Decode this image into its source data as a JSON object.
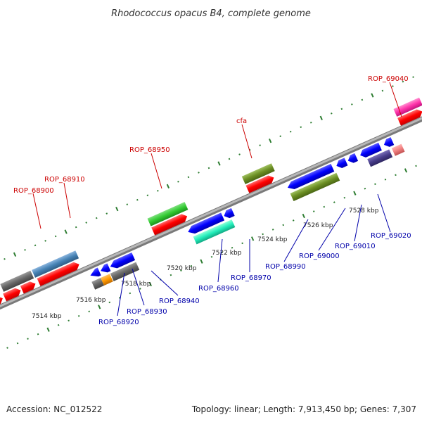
{
  "title": "Rhodococcus opacus B4, complete genome",
  "footer": {
    "accession": "Accession: NC_012522",
    "topology": "Topology: linear; Length: 7,913,450 bp; Genes: 7,307"
  },
  "scale_labels": [
    "7514 kbp",
    "7516 kbp",
    "7518 kbp",
    "7520 kbp",
    "7522 kbp",
    "7524 kbp",
    "7526 kbp",
    "7528 kbp"
  ],
  "forward_labels": [
    "ROP_68900",
    "ROP_68910",
    "ROP_68950",
    "cfa",
    "ROP_69040"
  ],
  "reverse_labels": [
    "ROP_68920",
    "ROP_68930",
    "ROP_68940",
    "ROP_68960",
    "ROP_68970",
    "ROP_68990",
    "ROP_69000",
    "ROP_69010",
    "ROP_69020"
  ],
  "colors": {
    "forward_cds": "#ff0000",
    "reverse_cds": "#0000ff",
    "backbone": "#888888",
    "scale_tick": "#2e7d32",
    "forward_label": "#cc0000",
    "reverse_label": "#0000aa"
  }
}
